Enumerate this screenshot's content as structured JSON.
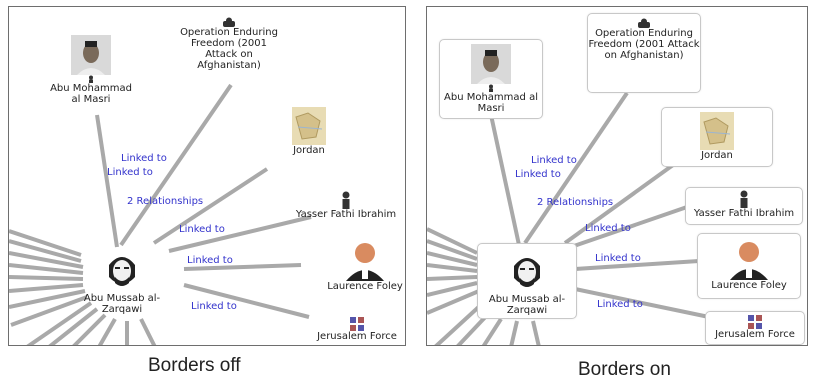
{
  "panels": [
    {
      "caption": "Borders off",
      "nodes": {
        "masri": "Abu Mohammad al Masri",
        "operation": "Operation Enduring Freedom (2001 Attack on Afghanistan)",
        "jordan": "Jordan",
        "yasser": "Yasser Fathi Ibrahim",
        "zarqawi": "Abu Mussab al-Zarqawi",
        "foley": "Laurence Foley",
        "jerusalem": "Jerusalem Force"
      },
      "links": {
        "l1": "Linked to",
        "l2": "Linked to",
        "l3": "2 Relationships",
        "l4": "Linked to",
        "l5": "Linked to",
        "l6": "Linked to"
      }
    },
    {
      "caption": "Borders on",
      "nodes": {
        "masri": "Abu Mohammad al Masri",
        "operation": "Operation Enduring Freedom (2001 Attack on Afghanistan)",
        "jordan": "Jordan",
        "yasser": "Yasser Fathi Ibrahim",
        "zarqawi": "Abu Mussab al-Zarqawi",
        "foley": "Laurence Foley",
        "jerusalem": "Jerusalem Force"
      },
      "links": {
        "l1": "Linked to",
        "l2": "Linked to",
        "l3": "2 Relationships",
        "l4": "Linked to",
        "l5": "Linked to",
        "l6": "Linked to"
      }
    }
  ],
  "colors": {
    "edge": "#a9a9a9",
    "link_text": "#3333cc",
    "node_border": "#c8c8c8"
  }
}
